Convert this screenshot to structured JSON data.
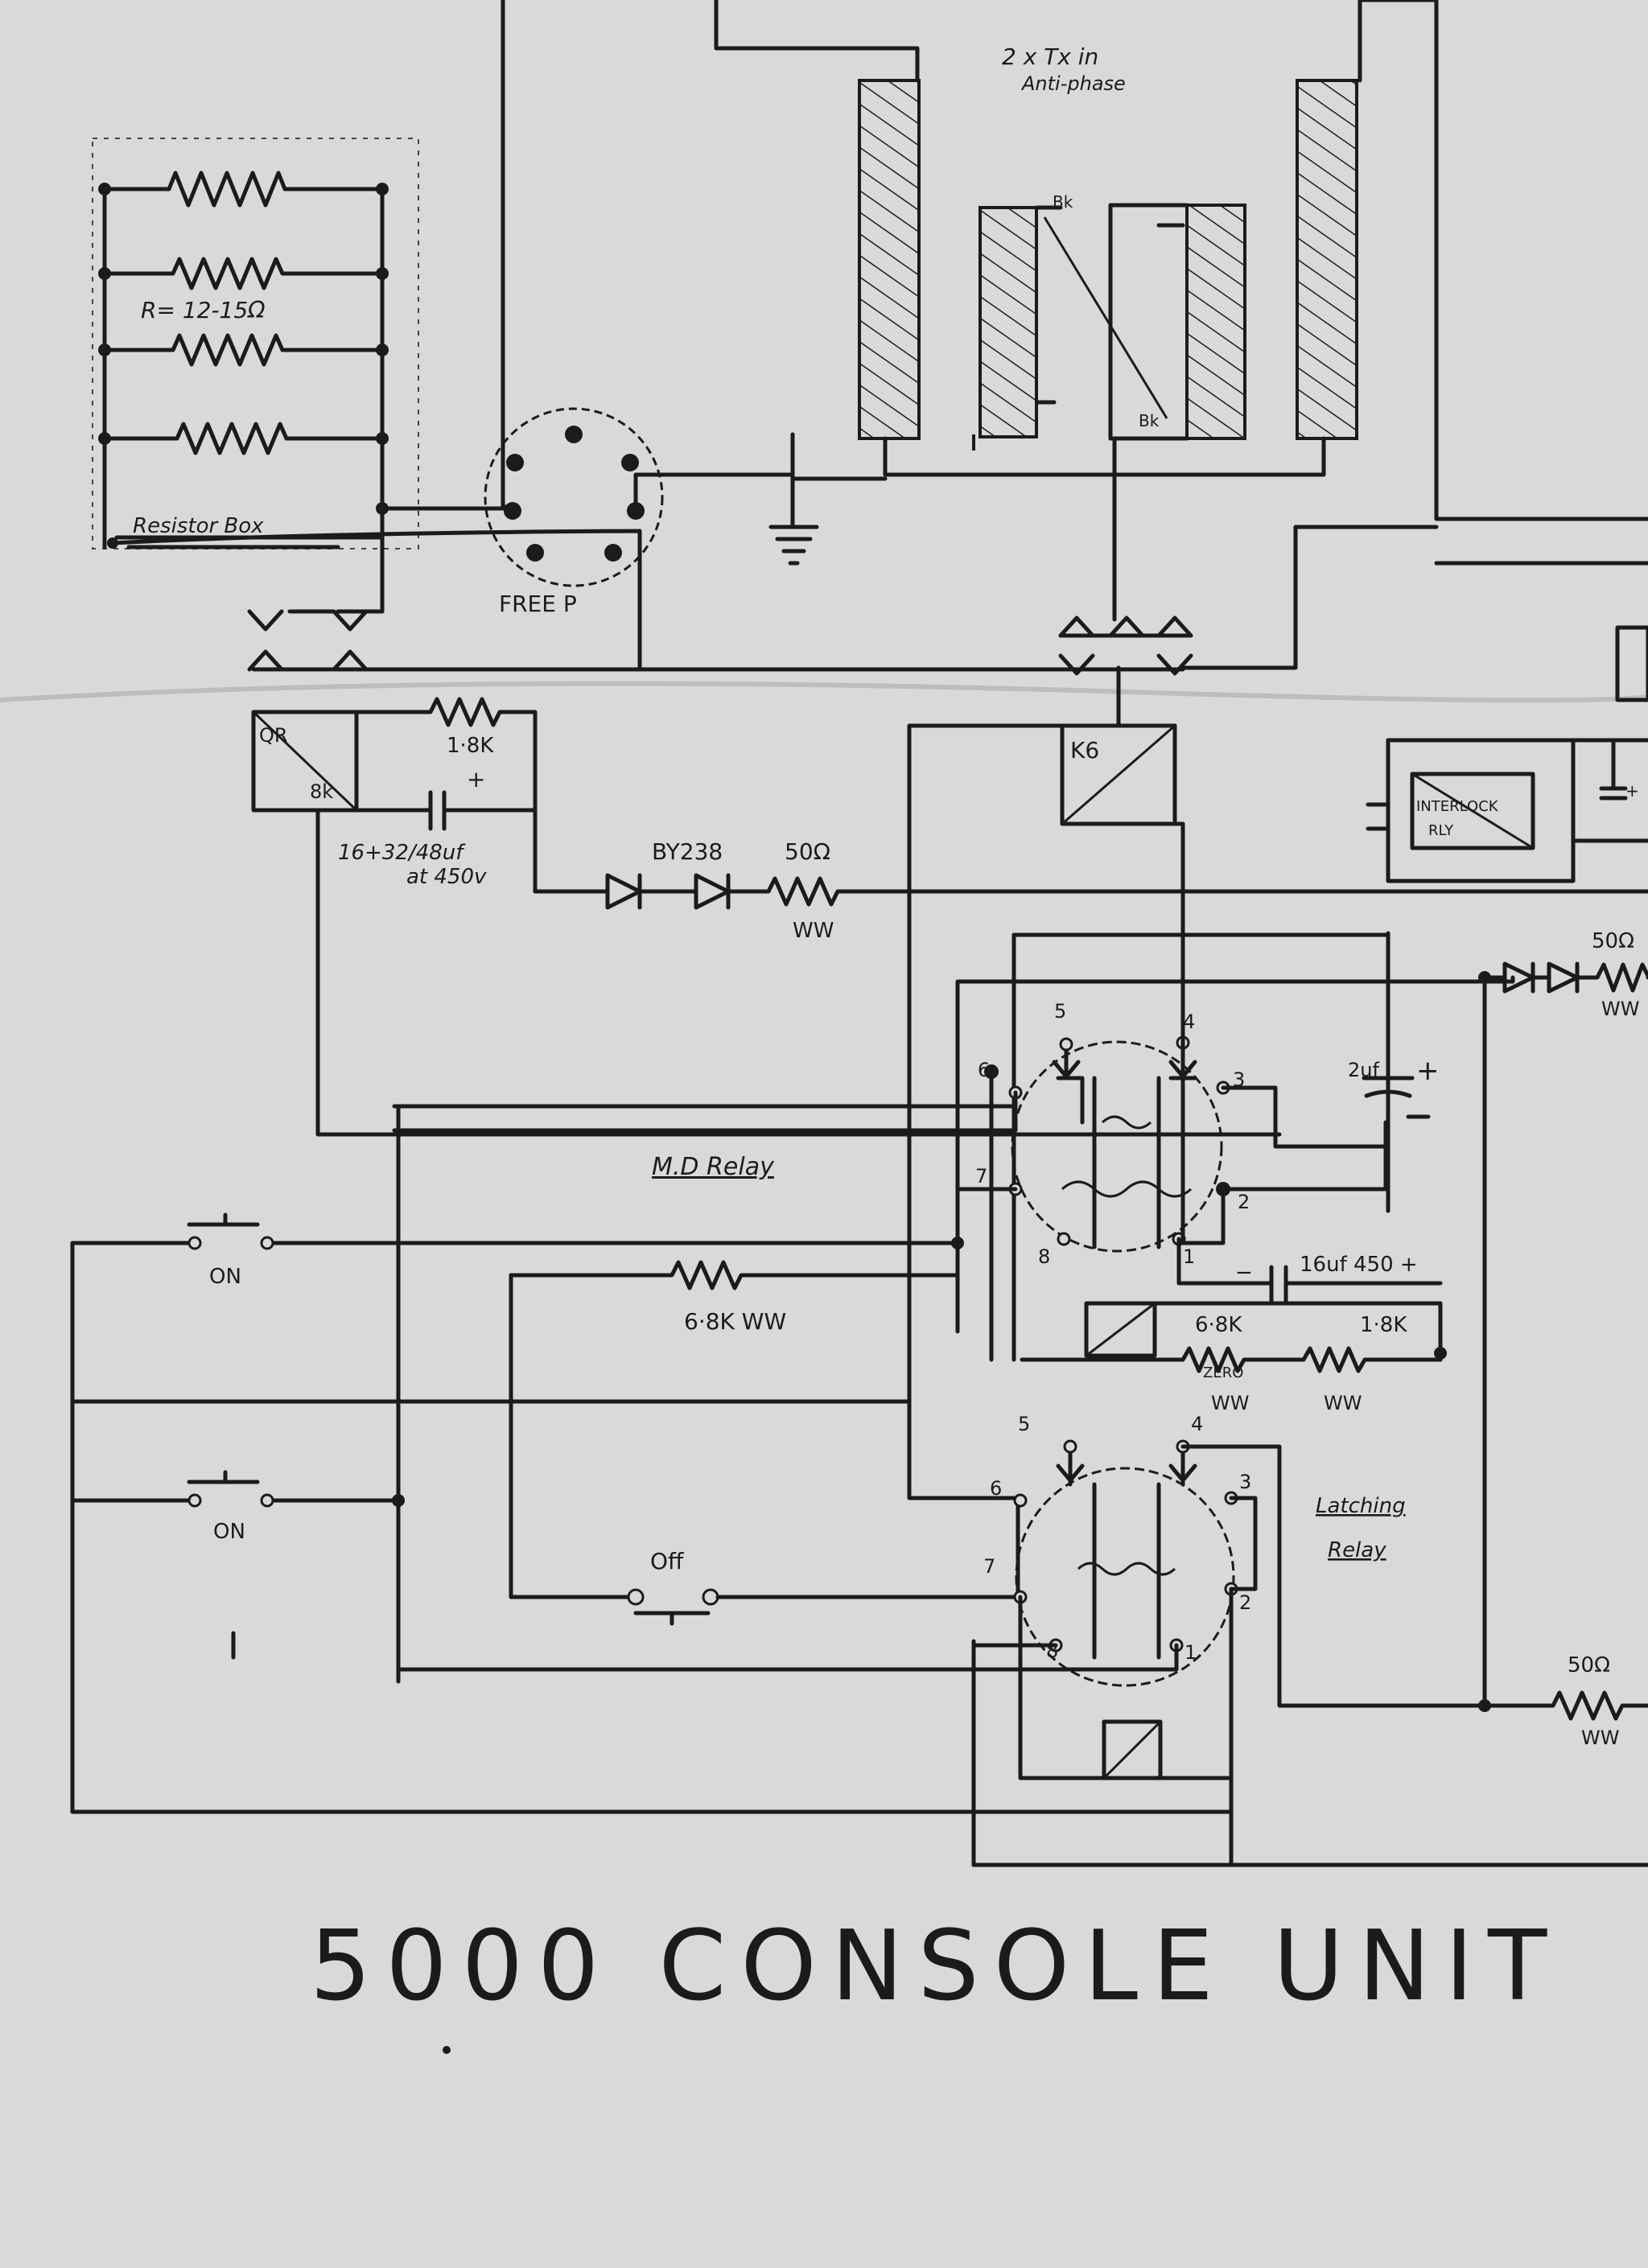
{
  "labels": {
    "transformers": [
      "2 x Tx in",
      "Anti-phase"
    ],
    "bk_top": "Bk",
    "bk_bottom": "Bk",
    "resistor_value": "R= 12-15Ω",
    "resistor_box": "Resistor Box",
    "plug": "FREE P",
    "relay_qr": [
      "QR",
      "8k"
    ],
    "r_1k8": "1·8K",
    "plus": "+",
    "cap_16_32": [
      "16+32/48uf",
      "at 450v"
    ],
    "diode_by238": "BY238",
    "r_50_top": "50Ω",
    "ww_top": "WW",
    "relay_k6": "K6",
    "interlock": [
      "INTERLOCK",
      "RLY"
    ],
    "r_50_right": "50Ω",
    "ww_right": "WW",
    "md_relay": "M.D Relay",
    "cap_2uf": [
      "2uf",
      "+"
    ],
    "cap_16uf": "16uf 450 +",
    "r_68k_ww": "6·8K WW",
    "r_68k": "6·8K",
    "r_18k": "1·8K",
    "ww_a": "WW",
    "ww_b": "WW",
    "zero_b": "ZERO",
    "on_1": "ON",
    "on_2": "ON",
    "off": "Off",
    "latching_relay": [
      "Latching",
      "Relay"
    ],
    "r_50_bottom": "50Ω",
    "ww_bottom": "WW",
    "title": "5000 CONSOLE UNIT"
  },
  "pins_md": {
    "p5": "5",
    "p4": "4",
    "p6": "6",
    "p3": "3",
    "p7": "7",
    "p2": "2",
    "p8": "8",
    "p1": "1"
  },
  "pins_lr": {
    "p5": "5",
    "p4": "4",
    "p6": "6",
    "p3": "3",
    "p7": "7",
    "p2": "2",
    "p8": "8",
    "p1": "1"
  },
  "colors": {
    "paper": "#d9d9d9",
    "ink": "#1b1b1b"
  }
}
